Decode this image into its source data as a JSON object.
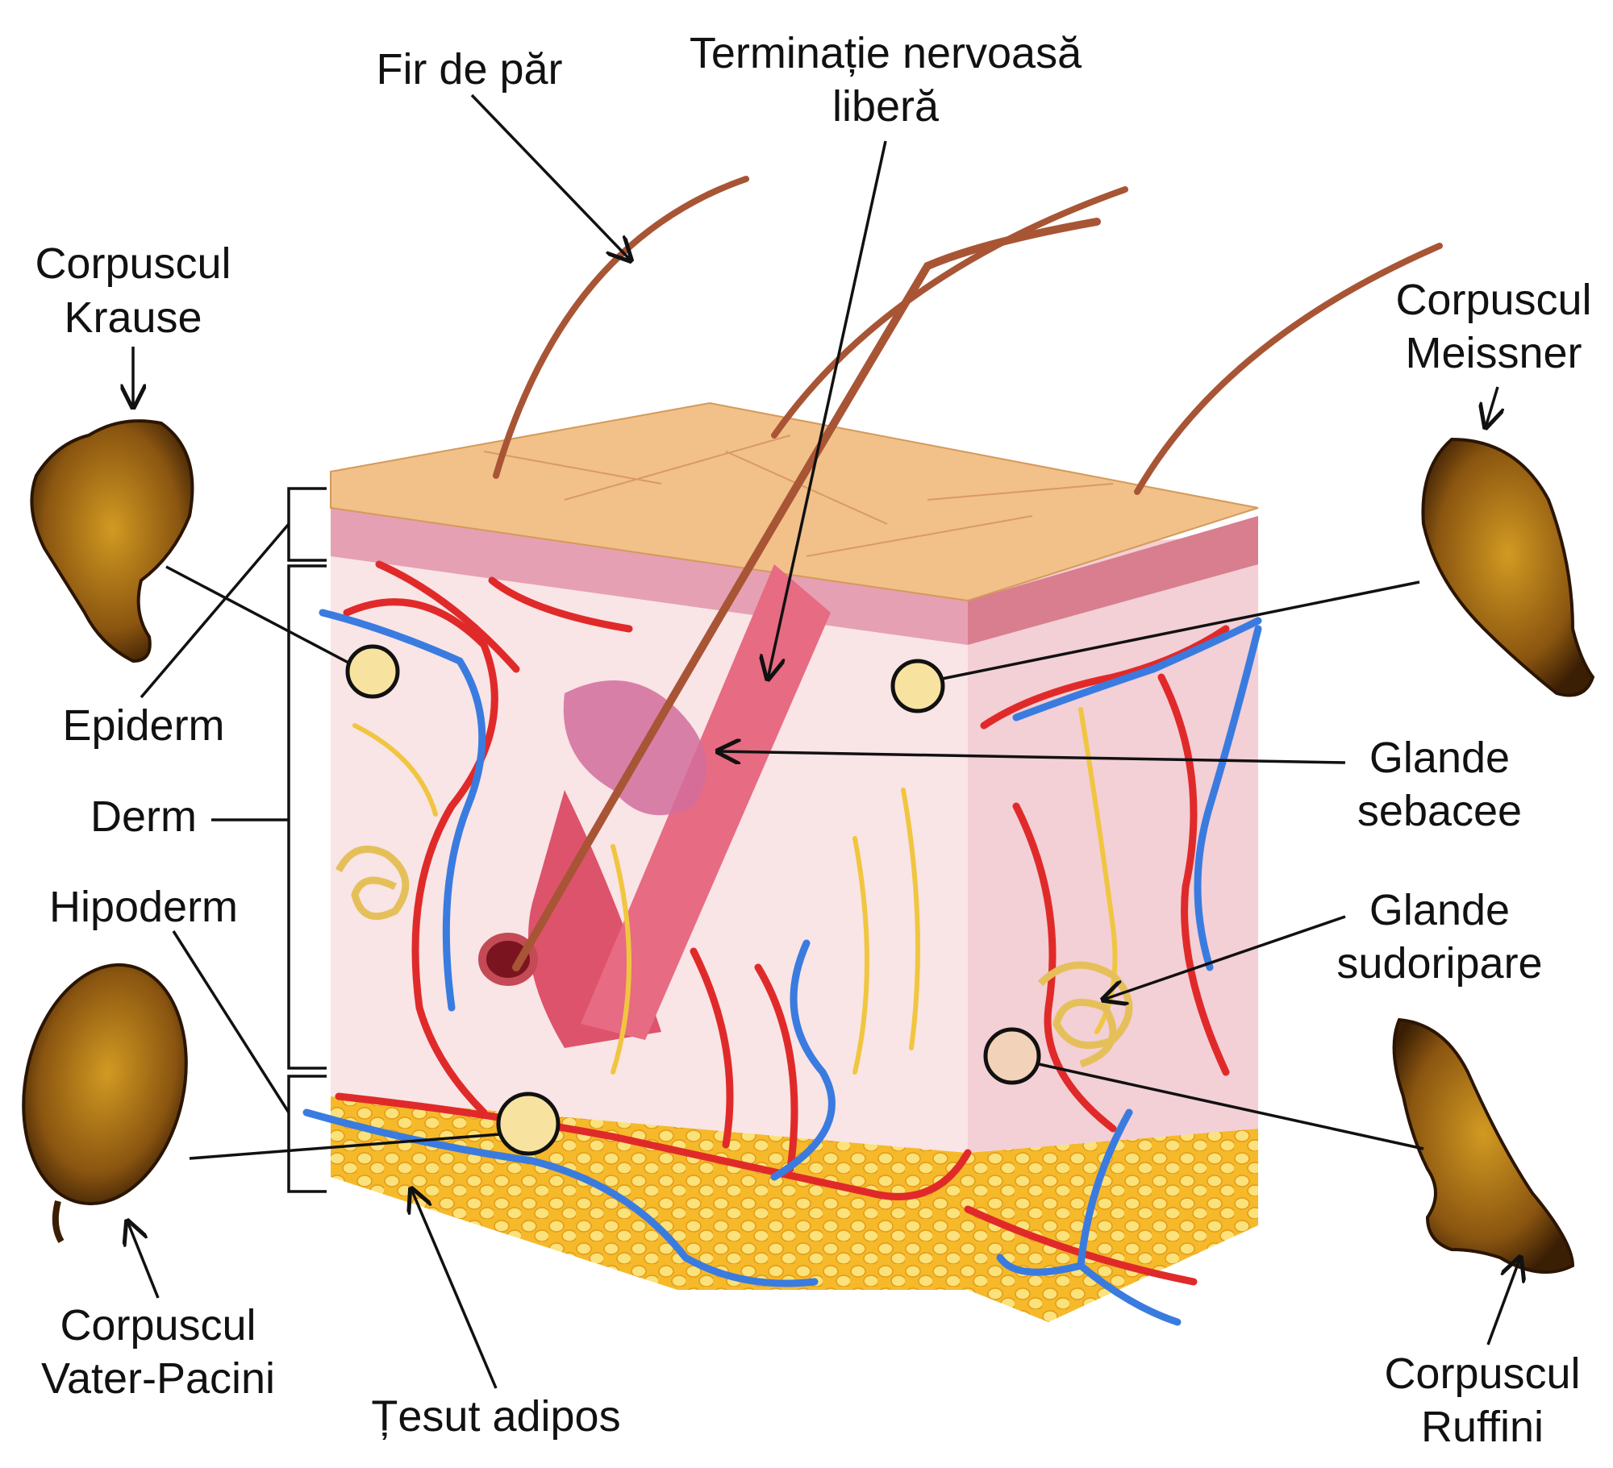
{
  "labels": {
    "fir_de_par": "Fir de păr",
    "terminatie_1": "Terminație nervoasă",
    "terminatie_2": "liberă",
    "krause_1": "Corpuscul",
    "krause_2": "Krause",
    "meissner_1": "Corpuscul",
    "meissner_2": "Meissner",
    "epiderm": "Epiderm",
    "derm": "Derm",
    "hipoderm": "Hipoderm",
    "sebacee_1": "Glande",
    "sebacee_2": "sebacee",
    "sudoripare_1": "Glande",
    "sudoripare_2": "sudoripare",
    "pacini_1": "Corpuscul",
    "pacini_2": "Vater-Pacini",
    "ruffini_1": "Corpuscul",
    "ruffini_2": "Ruffini",
    "adipos": "Țesut adipos"
  },
  "colors": {
    "skin_surface": "#f2c089",
    "epidermis": "#e79aa8",
    "dermis": "#f7dce0",
    "fat": "#f6c22c",
    "artery": "#e02a2a",
    "vein": "#3a7be0",
    "nerve": "#f0c640",
    "hair": "#a85535",
    "corpuscle": "#4a2a08",
    "corpuscle_inner": "#c88a18"
  }
}
